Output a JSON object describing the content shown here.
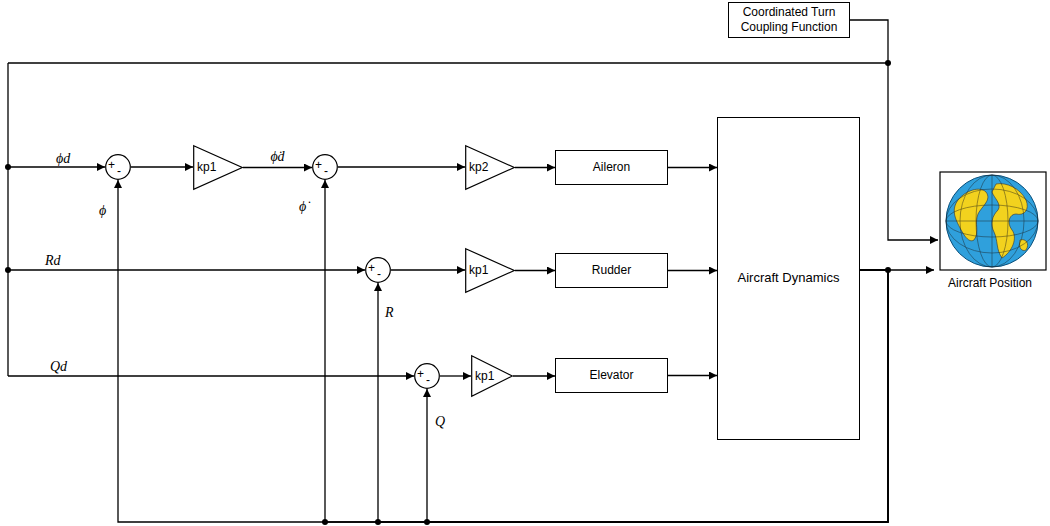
{
  "diagram": {
    "nodes": [
      {
        "text": [
          "Coordinated Turn Coupling Function"
        ]
      },
      {
        "text": [
          "+",
          "-"
        ]
      },
      {
        "text": [
          "kp1"
        ]
      },
      {
        "text": [
          "+",
          "-"
        ]
      },
      {
        "text": [
          "kp2"
        ]
      },
      {
        "text": [
          "Aileron"
        ]
      },
      {
        "text": [
          "Aircraft Dynamics"
        ]
      },
      {
        "text": [
          "Aircraft Position"
        ]
      },
      {
        "text": [
          "+",
          "-"
        ]
      },
      {
        "text": [
          "kp1"
        ]
      },
      {
        "text": [
          "Rudder"
        ]
      },
      {
        "text": [
          "+",
          "-"
        ]
      },
      {
        "text": [
          "kp1"
        ]
      },
      {
        "text": [
          "Elevator"
        ]
      }
    ],
    "edges": [
      {
        "from": 1,
        "to": 2,
        "arrow": "to"
      },
      {
        "from": 2,
        "to": 3,
        "arrow": "to",
        "label": "ϕ̇d"
      },
      {
        "from": 3,
        "to": 4,
        "arrow": "to"
      },
      {
        "from": 4,
        "to": 5,
        "arrow": "to"
      },
      {
        "from": 5,
        "to": 6,
        "arrow": "to"
      },
      {
        "from": 8,
        "to": 9,
        "arrow": "to"
      },
      {
        "from": 9,
        "to": 10,
        "arrow": "to"
      },
      {
        "from": 10,
        "to": 6,
        "arrow": "to"
      },
      {
        "from": 11,
        "to": 12,
        "arrow": "to"
      },
      {
        "from": 12,
        "to": 13,
        "arrow": "to"
      },
      {
        "from": 13,
        "to": 6,
        "arrow": "to"
      },
      {
        "from": 6,
        "to": 7,
        "arrow": "to"
      },
      {
        "from": 0,
        "to": 7,
        "arrow": "to"
      },
      {
        "from": 6,
        "to": 1,
        "arrow": "to"
      },
      {
        "from": 6,
        "to": 3,
        "arrow": "to"
      },
      {
        "from": 6,
        "to": 8,
        "arrow": "to"
      },
      {
        "from": 6,
        "to": 11,
        "arrow": "to"
      }
    ],
    "labels": [
      "ϕd",
      "ϕ",
      "ϕ̇",
      "Rd",
      "R",
      "Qd",
      "Q"
    ]
  }
}
